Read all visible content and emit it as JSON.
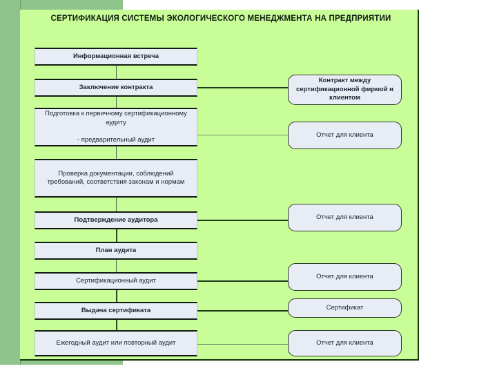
{
  "slide": {
    "title": "СЕРТИФИКАЦИЯ СИСТЕМЫ ЭКОЛОГИЧЕСКОГО МЕНЕДЖМЕНТА НА ПРЕДПРИЯТИИ",
    "background_color": "#c8fd97",
    "accent_band_color": "#8fc48c",
    "box_fill_color": "#e8ecf5",
    "border_color": "#121b12"
  },
  "process_steps": [
    {
      "label": "Информационная встреча",
      "bold": true
    },
    {
      "label": "Заключение контракта",
      "bold": true
    },
    {
      "label": "Подготовка к первичному сертификационному аудиту\n\n- предварительный аудит",
      "bold": false
    },
    {
      "label": "Проверка документации, соблюдений требований, соответствия законам и нормам",
      "bold": false
    },
    {
      "label": "Подтверждение аудитора",
      "bold": true
    },
    {
      "label": "План аудита",
      "bold": true
    },
    {
      "label": "Сертификационный аудит",
      "bold": false
    },
    {
      "label": "Выдача сертификата",
      "bold": true
    },
    {
      "label": "Ежегодный аудит или повторный аудит",
      "bold": false
    }
  ],
  "outputs": [
    {
      "label": "Контракт между сертификационной фирмой и клиентом",
      "bold": true
    },
    {
      "label": "Отчет для клиента",
      "bold": false
    },
    {
      "label": "Отчет для клиента",
      "bold": false
    },
    {
      "label": "Отчет для клиента",
      "bold": false
    },
    {
      "label": "Сертификат",
      "bold": false
    },
    {
      "label": "Отчет для клиента",
      "bold": false
    }
  ]
}
